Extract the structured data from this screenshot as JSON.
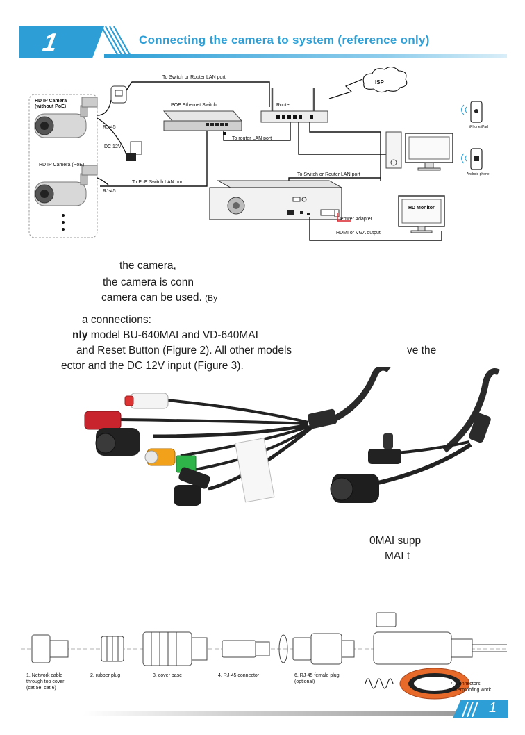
{
  "header": {
    "section_number": "1",
    "title": "Connecting the camera to system (reference only)"
  },
  "diagram": {
    "camera_no_poe": "HD IP Camera\n(without PoE)",
    "camera_poe": "HD IP Camera (PoE)",
    "rj45_top": "RJ-45",
    "rj45_bottom": "RJ-45",
    "dc12v": "DC 12V",
    "to_switch_router_top": "To Switch or Router LAN port",
    "poe_switch": "POE Ethernet Switch",
    "router": "Router",
    "isp": "ISP",
    "to_router_lan": "To router LAN port",
    "to_poe_switch_lan": "To PoE Switch LAN port",
    "to_switch_router_mid": "To Switch or Router LAN port",
    "power_adapter": "Power Adapter",
    "hd_monitor": "HD Monitor",
    "hdmi_vga": "HDMI or VGA output",
    "iphone_ipad": "iPhone/iPad",
    "android_phone": "Android phone"
  },
  "body_text": {
    "line1": "the camera,",
    "line2": "the camera is conn",
    "line3": "camera can be used.",
    "line3_small": "(By",
    "line4": "a connections:",
    "line5_bold": "nly",
    "line5_rest": " model BU-640MAI and VD-640MAI",
    "line6": "and Reset Button (Figure 2). All other models",
    "line6_right": "ve the",
    "line7": "ector and the DC 12V input (Figure 3).",
    "caption_a": "0MAI supp",
    "caption_b": "MAI t"
  },
  "install_steps": {
    "step1": "1. Network cable\nthrough top cover\n(cat 5e, cat 6)",
    "step2": "2. rubber plug",
    "step3": "3. cover base",
    "step4": "4. RJ-45 connector",
    "step6": "6. RJ-45 female plug\n(optional)",
    "step7": "7. Connectors\nwaterproofing work"
  },
  "footer": {
    "page_number": "1"
  },
  "colors": {
    "brand_blue": "#2d9fd6",
    "power_red": "#d9222a"
  }
}
